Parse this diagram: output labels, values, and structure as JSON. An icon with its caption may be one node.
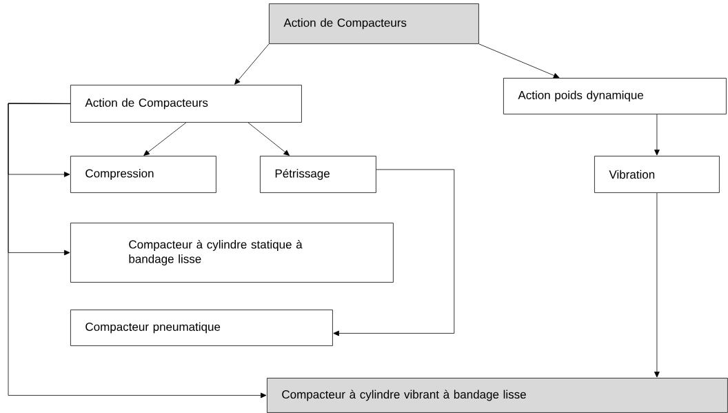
{
  "diagram": {
    "nodes": [
      {
        "text": [
          "Action de Compacteurs"
        ]
      },
      {
        "text": [
          "Action de Compacteurs"
        ]
      },
      {
        "text": [
          "Action poids dynamique"
        ]
      },
      {
        "text": [
          "Compression"
        ]
      },
      {
        "text": [
          "Pétrissage"
        ]
      },
      {
        "text": [
          "Vibration"
        ]
      },
      {
        "text": [
          "Compacteur à cylindre statique à bandage lisse"
        ]
      },
      {
        "text": [
          "Compacteur pneumatique"
        ]
      },
      {
        "text": [
          "Compacteur à cylindre vibrant à bandage lisse"
        ]
      }
    ],
    "edges": [
      {
        "from": 0,
        "to": 1,
        "arrow": "to"
      },
      {
        "from": 0,
        "to": 2,
        "arrow": "to"
      },
      {
        "from": 1,
        "to": 3,
        "arrow": "to"
      },
      {
        "from": 1,
        "to": 4,
        "arrow": "to"
      },
      {
        "from": 2,
        "to": 5,
        "arrow": "to"
      },
      {
        "from": 1,
        "to": 3,
        "arrow": "to"
      },
      {
        "from": 1,
        "to": 6,
        "arrow": "to"
      },
      {
        "from": 1,
        "to": 8,
        "arrow": "to"
      },
      {
        "from": 4,
        "to": 7,
        "arrow": "to"
      },
      {
        "from": 5,
        "to": 8,
        "arrow": "to"
      }
    ]
  }
}
